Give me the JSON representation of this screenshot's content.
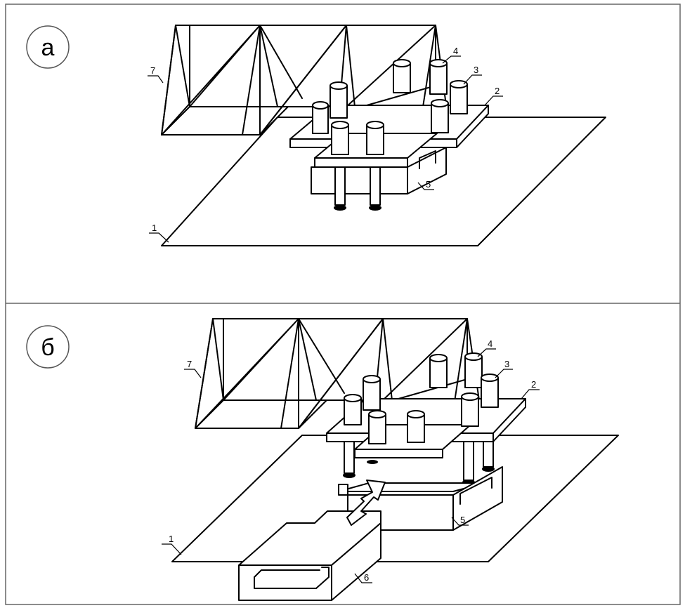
{
  "panels": [
    {
      "badge": "а",
      "labels": {
        "l1": "1",
        "l2": "2",
        "l3": "3",
        "l4": "4",
        "l5": "5",
        "l7": "7"
      }
    },
    {
      "badge": "б",
      "labels": {
        "l1": "1",
        "l2": "2",
        "l3": "3",
        "l4": "4",
        "l5": "5",
        "l6": "6",
        "l7": "7"
      }
    }
  ]
}
